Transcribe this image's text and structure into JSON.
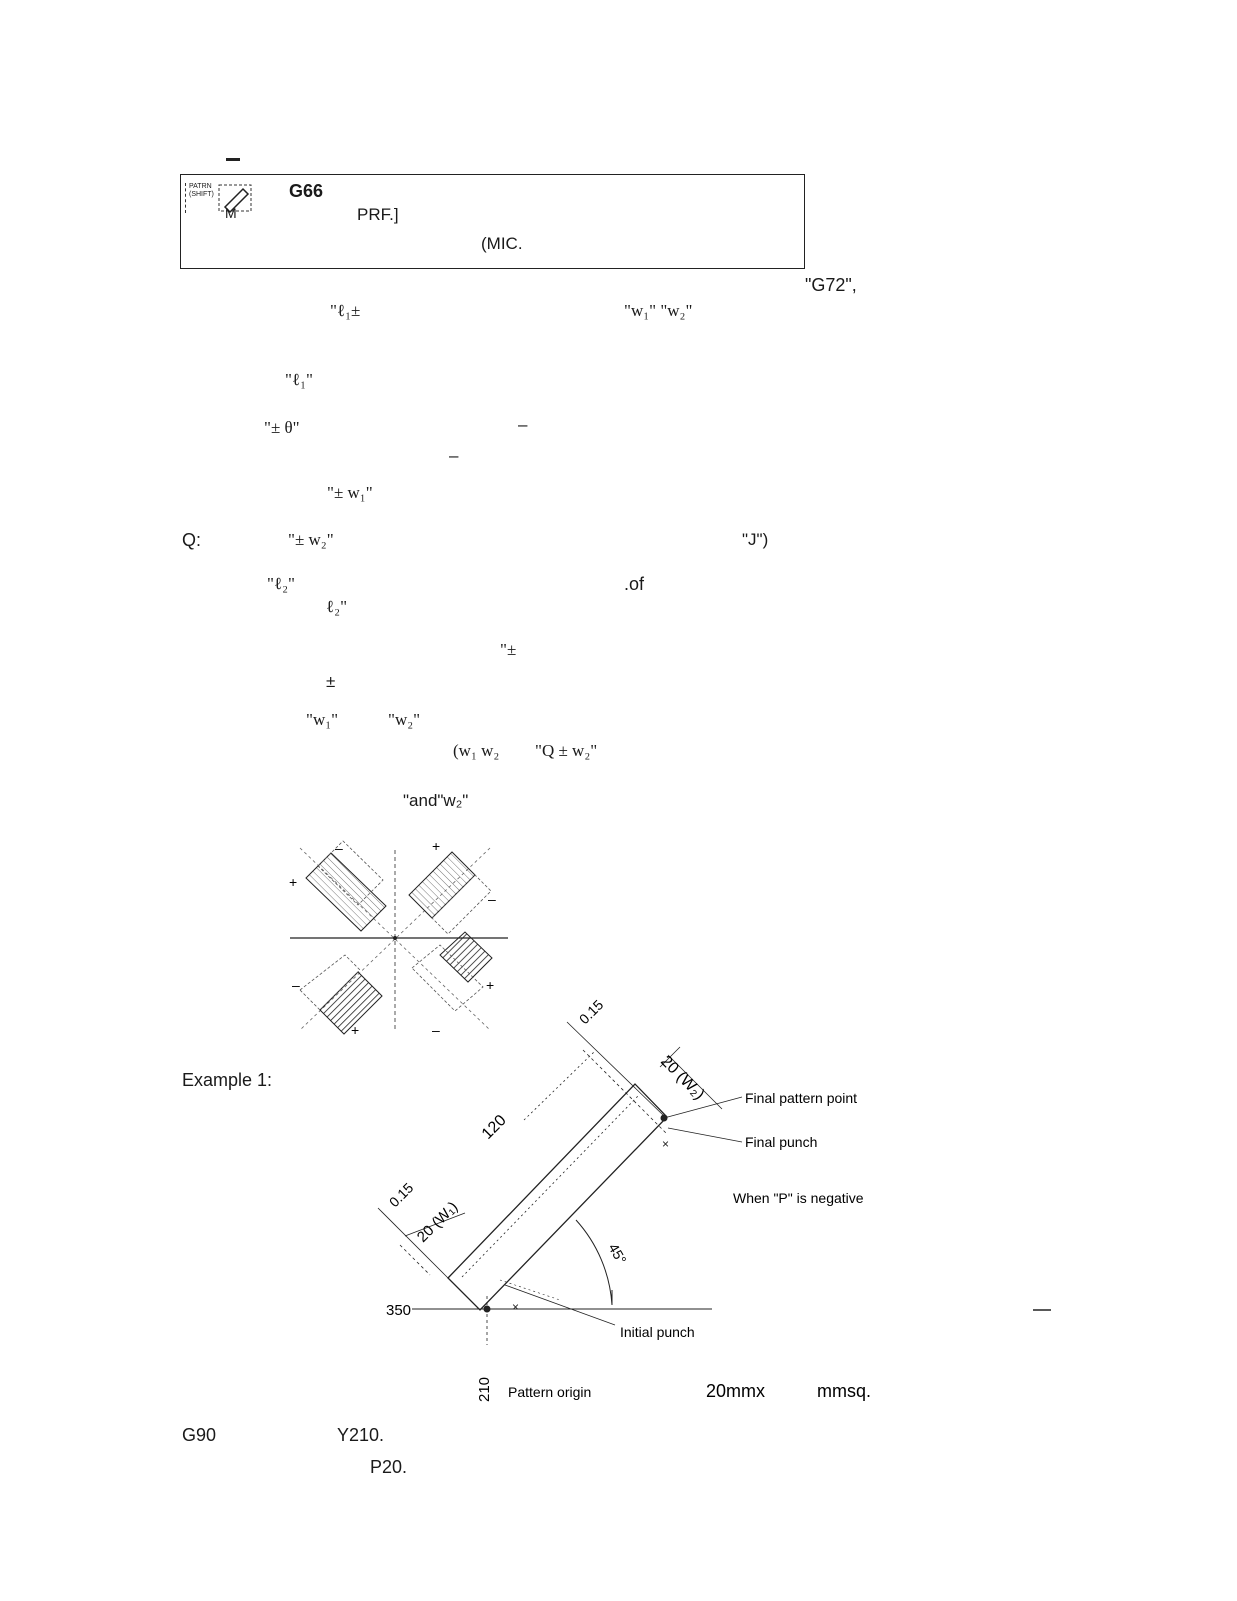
{
  "box": {
    "key1_line1": "PATRN",
    "key1_line2": "(SHIFT)",
    "key2": "M",
    "code": "G66",
    "prf": "PRF.]",
    "mic": "(MIC."
  },
  "text": {
    "g72": "\"G72\",",
    "l1_pm": "\"ℓ₁±",
    "w1_w2": "\"w₁\"  \"w₂\"",
    "l1": "\"ℓ₁\"",
    "pm_theta": "\"± θ\"",
    "dash1": "–",
    "dash2": "–",
    "pm_w1": "\"± w₁\"",
    "q_label": "Q:",
    "pm_w2": "\"± w₂\"",
    "j": "\"J\")",
    "l2": "\"ℓ₂\"",
    "of": ".of",
    "l2b": "ℓ₂\"",
    "pm_quote": "\"±",
    "pm": "±",
    "w1": "\"w₁\"",
    "w2": "\"w₂\"",
    "w1w2": "(w₁   w₂",
    "q_pm_w2": "\"Q ± w₂\"",
    "and_w": "\"and\"w₂\"",
    "example": "Example 1:",
    "g90": "G90",
    "y210": "Y210.",
    "p20": "P20."
  },
  "figure": {
    "quad_signs": [
      "–",
      "+",
      "+",
      "–",
      "–",
      "+",
      "+",
      "–"
    ],
    "dim_015_top": "0.15",
    "dim_20_w2": "20 (W₂)",
    "dim_120": "120",
    "dim_015_left": "0.15",
    "dim_20_w1": "20 (W₁)",
    "angle_45": "45°",
    "y_350": "350",
    "x_210": "210",
    "final_pattern_point": "Final pattern point",
    "final_punch": "Final punch",
    "when_p_negative": "When \"P\" is negative",
    "initial_punch": "Initial punch",
    "pattern_origin": "Pattern  origin",
    "size_20mm": "20mmx",
    "mmsq": "mmsq."
  }
}
